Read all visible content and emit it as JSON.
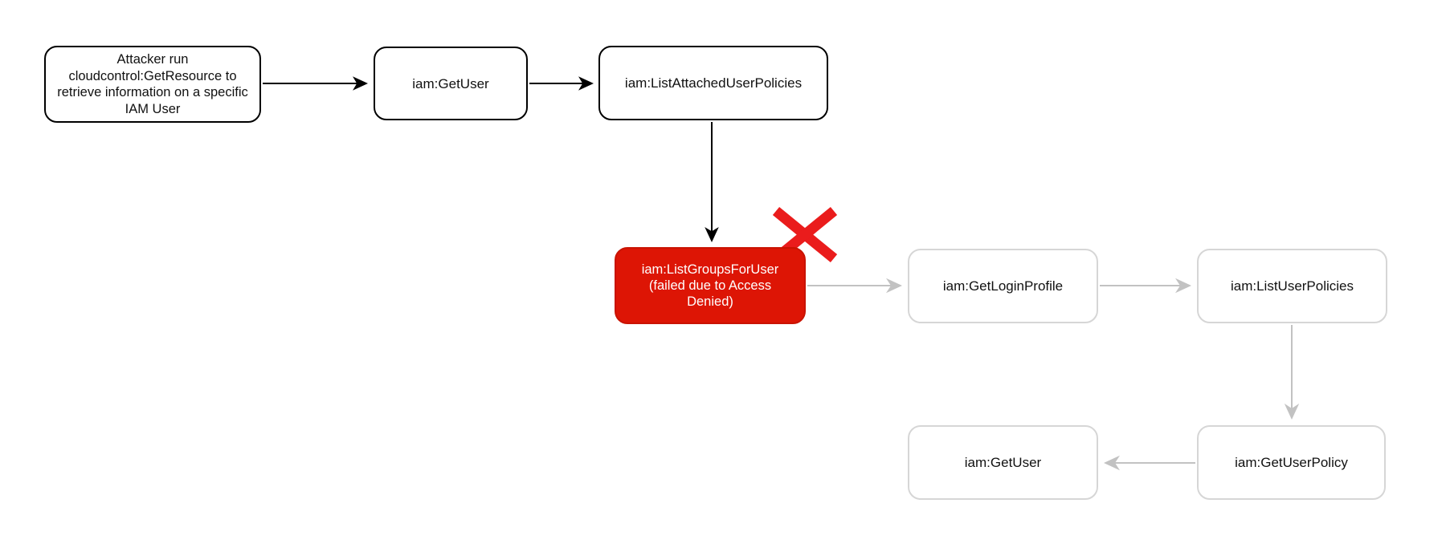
{
  "diagram": {
    "type": "flowchart",
    "background": "#ffffff",
    "colors": {
      "active_node_border": "#000000",
      "inactive_node_border": "#d6d6d6",
      "active_edge": "#000000",
      "inactive_edge": "#c2c2c2",
      "failed_node_fill": "#dd1505",
      "failed_node_text": "#ffffff",
      "failure_cross": "#ea1c1c",
      "node_text": "#111111"
    },
    "nodes": [
      {
        "id": "attacker-getresource",
        "label": "Attacker run cloudcontrol:GetResource to retrieve information on a specific IAM User",
        "state": "active"
      },
      {
        "id": "iam-getuser-1",
        "label": "iam:GetUser",
        "state": "active"
      },
      {
        "id": "iam-listattacheduserpolicies",
        "label": "iam:ListAttachedUserPolicies",
        "state": "active"
      },
      {
        "id": "iam-listgroupsforuser",
        "label": "iam:ListGroupsForUser (failed due to Access Denied)",
        "state": "failed"
      },
      {
        "id": "iam-getloginprofile",
        "label": "iam:GetLoginProfile",
        "state": "inactive"
      },
      {
        "id": "iam-listuserpolicies",
        "label": "iam:ListUserPolicies",
        "state": "inactive"
      },
      {
        "id": "iam-getuserpolicy",
        "label": "iam:GetUserPolicy",
        "state": "inactive"
      },
      {
        "id": "iam-getuser-2",
        "label": "iam:GetUser",
        "state": "inactive"
      }
    ],
    "edges": [
      {
        "from": "attacker-getresource",
        "to": "iam-getuser-1",
        "state": "active"
      },
      {
        "from": "iam-getuser-1",
        "to": "iam-listattacheduserpolicies",
        "state": "active"
      },
      {
        "from": "iam-listattacheduserpolicies",
        "to": "iam-listgroupsforuser",
        "state": "active"
      },
      {
        "from": "iam-listgroupsforuser",
        "to": "iam-getloginprofile",
        "state": "inactive"
      },
      {
        "from": "iam-getloginprofile",
        "to": "iam-listuserpolicies",
        "state": "inactive"
      },
      {
        "from": "iam-listuserpolicies",
        "to": "iam-getuserpolicy",
        "state": "inactive"
      },
      {
        "from": "iam-getuserpolicy",
        "to": "iam-getuser-2",
        "state": "inactive"
      }
    ],
    "failure_indicator": {
      "icon": "red-cross",
      "attached_to": "iam-listgroupsforuser"
    }
  }
}
